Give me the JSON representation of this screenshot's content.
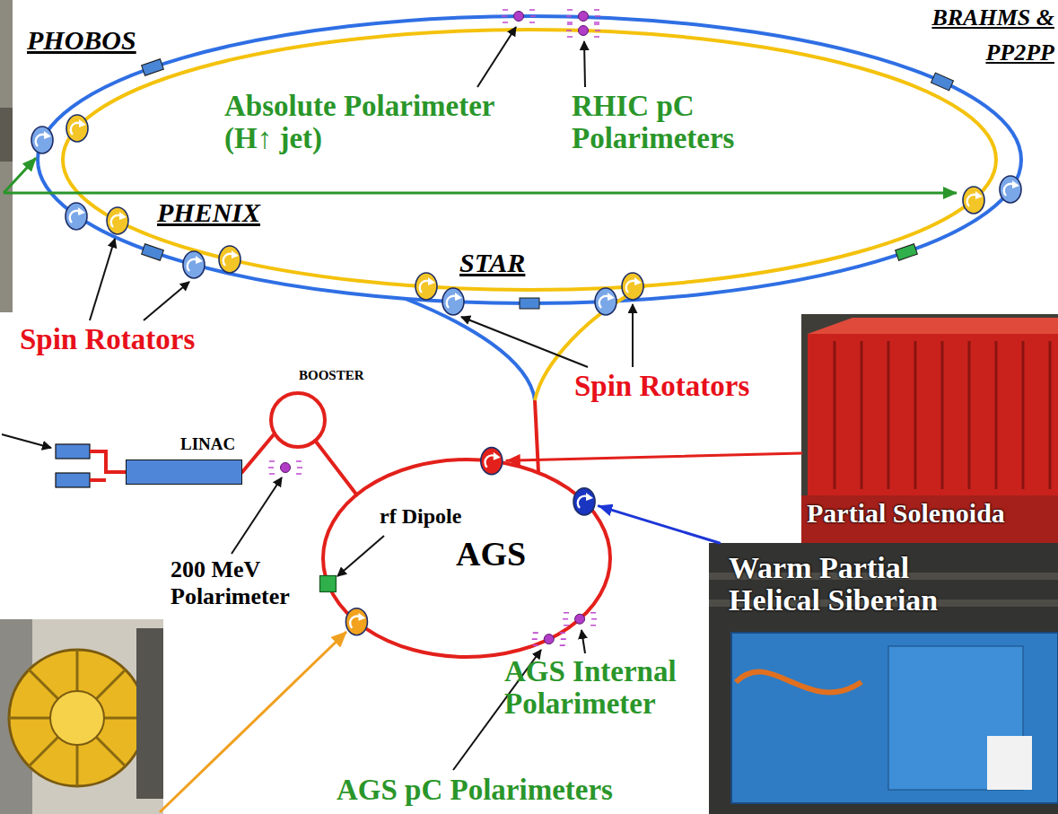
{
  "diagram": {
    "nodes": [
      {
        "text": [
          "LINAC"
        ]
      },
      {
        "text": [
          "BOOSTER"
        ]
      },
      {
        "text": [
          "AGS"
        ]
      },
      {
        "text": [
          "Partial Solenoida"
        ]
      },
      {
        "text": [
          "Warm Partial Helical Siberian"
        ]
      }
    ],
    "edges": [
      {
        "from": 0,
        "to": 1,
        "arrow": "none"
      },
      {
        "from": 1,
        "to": 2,
        "arrow": "none"
      },
      {
        "from": 3,
        "to": 2,
        "arrow": "to"
      },
      {
        "from": 4,
        "to": 2,
        "arrow": "to"
      }
    ],
    "labels": [
      "PHOBOS",
      "BRAHMS & PP2PP",
      "Absolute Polarimeter (H↑ jet)",
      "RHIC pC Polarimeters",
      "PHENIX",
      "STAR",
      "Spin Rotators",
      "Spin Rotators",
      "rf Dipole",
      "200 MeV Polarimeter",
      "AGS Internal Polarimeter",
      "AGS pC Polarimeters"
    ]
  }
}
